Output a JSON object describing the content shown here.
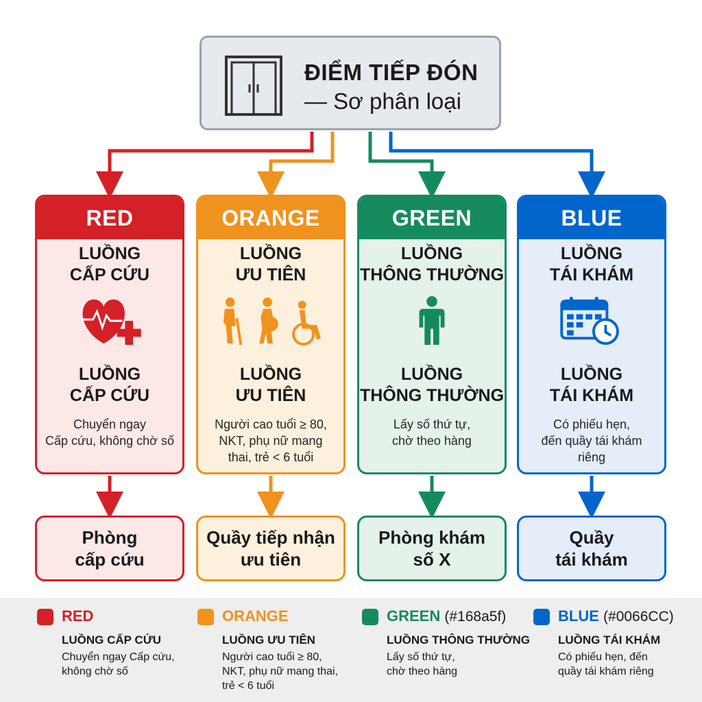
{
  "entry": {
    "title": "ĐIỂM TIẾP ĐÓN",
    "subtitle": "— Sơ phân loại",
    "icon": "door-icon"
  },
  "colors": {
    "red": "#d42027",
    "orange": "#f0921e",
    "green": "#168a5f",
    "blue": "#0066CC"
  },
  "lanes": [
    {
      "key": "red",
      "header": "RED",
      "name_top_1": "LUỒNG",
      "name_top_2": "CẤP CỨU",
      "icon": "heart-medical-icon",
      "name_bottom_1": "LUỒNG",
      "name_bottom_2": "CẤP CỨU",
      "desc_1": "Chuyển ngay",
      "desc_2": "Cấp cứu, không chờ số",
      "desc_3": "",
      "destination_1": "Phòng",
      "destination_2": "cấp cứu"
    },
    {
      "key": "orange",
      "header": "ORANGE",
      "name_top_1": "LUỒNG",
      "name_top_2": "ƯU TIÊN",
      "icon": "priority-people-icon",
      "name_bottom_1": "LUỒNG",
      "name_bottom_2": "ƯU TIÊN",
      "desc_1": "Người cao tuổi ≥ 80,",
      "desc_2": "NKT, phụ nữ mang",
      "desc_3": "thai, trẻ < 6 tuổi",
      "destination_1": "Quầy tiếp nhận",
      "destination_2": "ưu tiên"
    },
    {
      "key": "green",
      "header": "GREEN",
      "name_top_1": "LUỒNG",
      "name_top_2": "THÔNG THƯỜNG",
      "icon": "person-icon",
      "name_bottom_1": "LUỒNG",
      "name_bottom_2": "THÔNG THƯỜNG",
      "desc_1": "Lấy số thứ tự,",
      "desc_2": "chờ theo hàng",
      "desc_3": "",
      "destination_1": "Phòng khám",
      "destination_2": "số X"
    },
    {
      "key": "blue",
      "header": "BLUE",
      "name_top_1": "LUỒNG",
      "name_top_2": "TÁI KHÁM",
      "icon": "calendar-clock-icon",
      "name_bottom_1": "LUỒNG",
      "name_bottom_2": "TÁI KHÁM",
      "desc_1": "Có phiếu hẹn,",
      "desc_2": "đến quầy tái khám",
      "desc_3": "riêng",
      "destination_1": "Quầy",
      "destination_2": "tái khám"
    }
  ],
  "legend": [
    {
      "name": "RED",
      "hex": "",
      "title": "LUỒNG CẤP CỨU",
      "desc_1": "Chuyển ngay Cấp cứu,",
      "desc_2": "không chờ số",
      "desc_3": ""
    },
    {
      "name": "ORANGE",
      "hex": "",
      "title": "LUỒNG ƯU TIÊN",
      "desc_1": "Người cao tuổi ≥ 80,",
      "desc_2": "NKT, phụ nữ mang thai,",
      "desc_3": "trẻ < 6 tuổi"
    },
    {
      "name": "GREEN",
      "hex": "(#168a5f)",
      "title": "LUỒNG THÔNG THƯỜNG",
      "desc_1": "Lấy số thứ tự,",
      "desc_2": "chờ theo hàng",
      "desc_3": ""
    },
    {
      "name": "BLUE",
      "hex": "(#0066CC)",
      "title": "LUỒNG TÁI KHÁM",
      "desc_1": "Có phiếu hẹn, đến",
      "desc_2": "quầy tái khám riêng",
      "desc_3": ""
    }
  ]
}
